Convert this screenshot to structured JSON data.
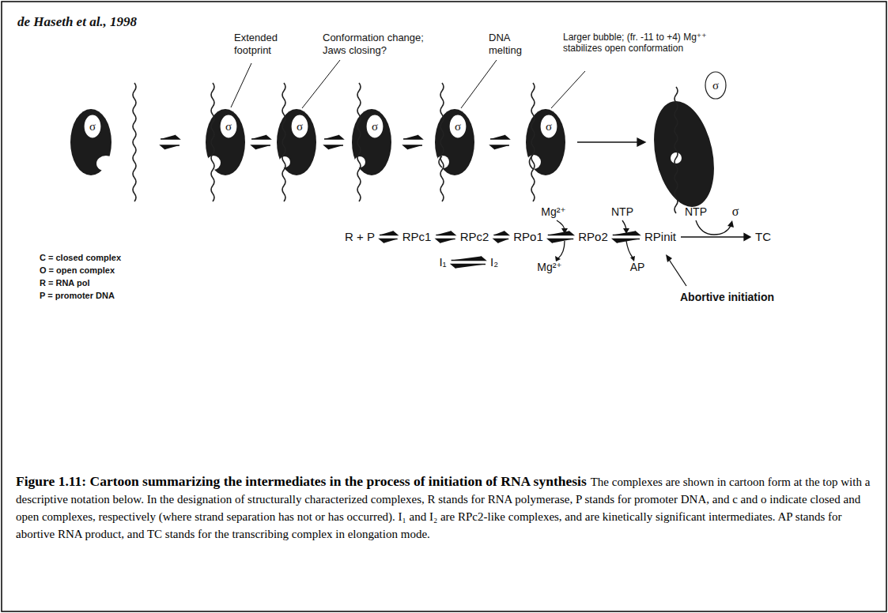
{
  "diagram": {
    "title": "Figure 1.11: Cartoon summarizing the intermediates in the process of initiation of RNA synthesis",
    "caption": "The complexes are shown in cartoon form at the top with a descriptive notation below. In the designation of structurally characterized complexes, R stands for RNA polymerase, P stands for promoter DNA, and c and o indicate closed and open complexes, respectively (where strand separation has not or has occurred). I₁ and I₂ are RPc2-like complexes, and are kinetically significant intermediates. AP stands for abortive RNA product, and TC stands for the transcribing complex in elongation mode.",
    "nodes": [
      {
        "text": [
          "R + P"
        ]
      },
      {
        "text": [
          "RPc1"
        ]
      },
      {
        "text": [
          "RPc2"
        ]
      },
      {
        "text": [
          "RPo1"
        ]
      },
      {
        "text": [
          "RPo2"
        ]
      },
      {
        "text": [
          "RPinit"
        ]
      },
      {
        "text": [
          "TC"
        ]
      },
      {
        "text": [
          "I₁"
        ]
      },
      {
        "text": [
          "I₂"
        ]
      }
    ],
    "edges": [
      {
        "from": 0,
        "to": 1,
        "arrow": "both"
      },
      {
        "from": 1,
        "to": 2,
        "arrow": "both"
      },
      {
        "from": 2,
        "to": 3,
        "arrow": "both"
      },
      {
        "from": 3,
        "to": 4,
        "arrow": "both"
      },
      {
        "from": 4,
        "to": 5,
        "arrow": "both"
      },
      {
        "from": 5,
        "to": 6,
        "arrow": "to"
      },
      {
        "from": 7,
        "to": 8,
        "arrow": "both"
      }
    ],
    "labels": [
      "de Haseth et al., 1998",
      "Extended footprint",
      "Conformation change; Jaws closing?",
      "DNA melting",
      "Larger bubble; (fr. -11 to +4) Mg⁺⁺ stabilizes open conformation",
      "σ",
      "σ",
      "σ",
      "σ",
      "σ",
      "σ",
      "σ",
      "C = closed complex",
      "O = open complex",
      "R = RNA pol",
      "P = promoter DNA",
      "Mg²⁺",
      "NTP",
      "NTP",
      "σ",
      "Mg²⁺",
      "AP",
      "Abortive initiation"
    ]
  }
}
